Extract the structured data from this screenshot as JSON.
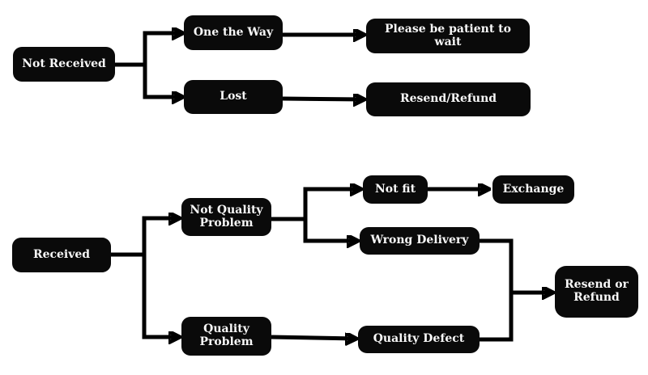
{
  "diagram": {
    "type": "flowchart",
    "background_color": "#ffffff",
    "node_fill_color": "#0a0a0a",
    "node_text_color": "#f8f8f8",
    "connector_color": "#000000",
    "top_flow": {
      "not_received": {
        "label": "Not Received"
      },
      "one_the_way": {
        "label": "One the Way"
      },
      "please_wait": {
        "label": "Please be patient to wait"
      },
      "lost": {
        "label": "Lost"
      },
      "resend_refund": {
        "label": "Resend/Refund"
      }
    },
    "bottom_flow": {
      "received": {
        "label": "Received"
      },
      "not_quality_problem": {
        "label": "Not Quality\nProblem"
      },
      "quality_problem": {
        "label": "Quality\nProblem"
      },
      "not_fit": {
        "label": "Not fit"
      },
      "exchange": {
        "label": "Exchange"
      },
      "wrong_delivery": {
        "label": "Wrong Delivery"
      },
      "quality_defect": {
        "label": "Quality Defect"
      },
      "resend_or_refund": {
        "label": "Resend or\nRefund"
      }
    },
    "edges": [
      {
        "from": "Not Received",
        "to": "One the Way"
      },
      {
        "from": "Not Received",
        "to": "Lost"
      },
      {
        "from": "One the Way",
        "to": "Please be patient to wait"
      },
      {
        "from": "Lost",
        "to": "Resend/Refund"
      },
      {
        "from": "Received",
        "to": "Not Quality Problem"
      },
      {
        "from": "Received",
        "to": "Quality Problem"
      },
      {
        "from": "Not Quality Problem",
        "to": "Not fit"
      },
      {
        "from": "Not Quality Problem",
        "to": "Wrong Delivery"
      },
      {
        "from": "Not fit",
        "to": "Exchange"
      },
      {
        "from": "Quality Problem",
        "to": "Quality Defect"
      },
      {
        "from": "Wrong Delivery",
        "to": "Resend or Refund"
      },
      {
        "from": "Quality Defect",
        "to": "Resend or Refund"
      }
    ]
  }
}
